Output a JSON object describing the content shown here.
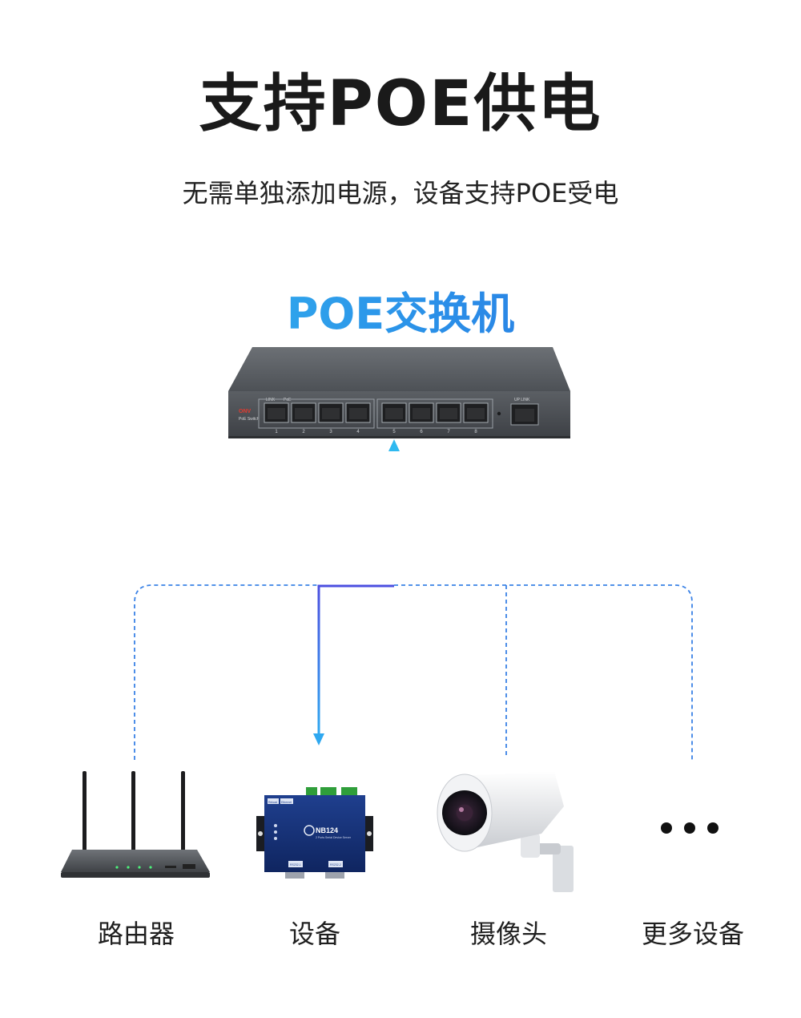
{
  "title": "支持POE供电",
  "subtitle": "无需单独添加电源，设备支持POE受电",
  "switch": {
    "name": "POE交换机",
    "brand_text": "ONV",
    "panel_label": "PoE Switch",
    "group_label_link": "LINK",
    "group_label_poe": "PoE",
    "uplink_label": "UP  LINK",
    "port_numbers": [
      "1",
      "2",
      "3",
      "4",
      "5",
      "6",
      "7",
      "8"
    ]
  },
  "device_panel": {
    "model": "NB124",
    "caption": "2 Ports Serial Device Server",
    "tags": [
      "Reload",
      "Ethernet"
    ],
    "port_labels": [
      "RS232-1",
      "RS232-2"
    ]
  },
  "devices": [
    {
      "label": "路由器"
    },
    {
      "label": "设备"
    },
    {
      "label": "摄像头"
    },
    {
      "label": "更多设备"
    }
  ],
  "colors": {
    "accent_light": "#38c7f2",
    "accent_dark": "#2766dc",
    "arrow_blue": "#3b6fe0",
    "dash_blue": "#3a82e6"
  }
}
